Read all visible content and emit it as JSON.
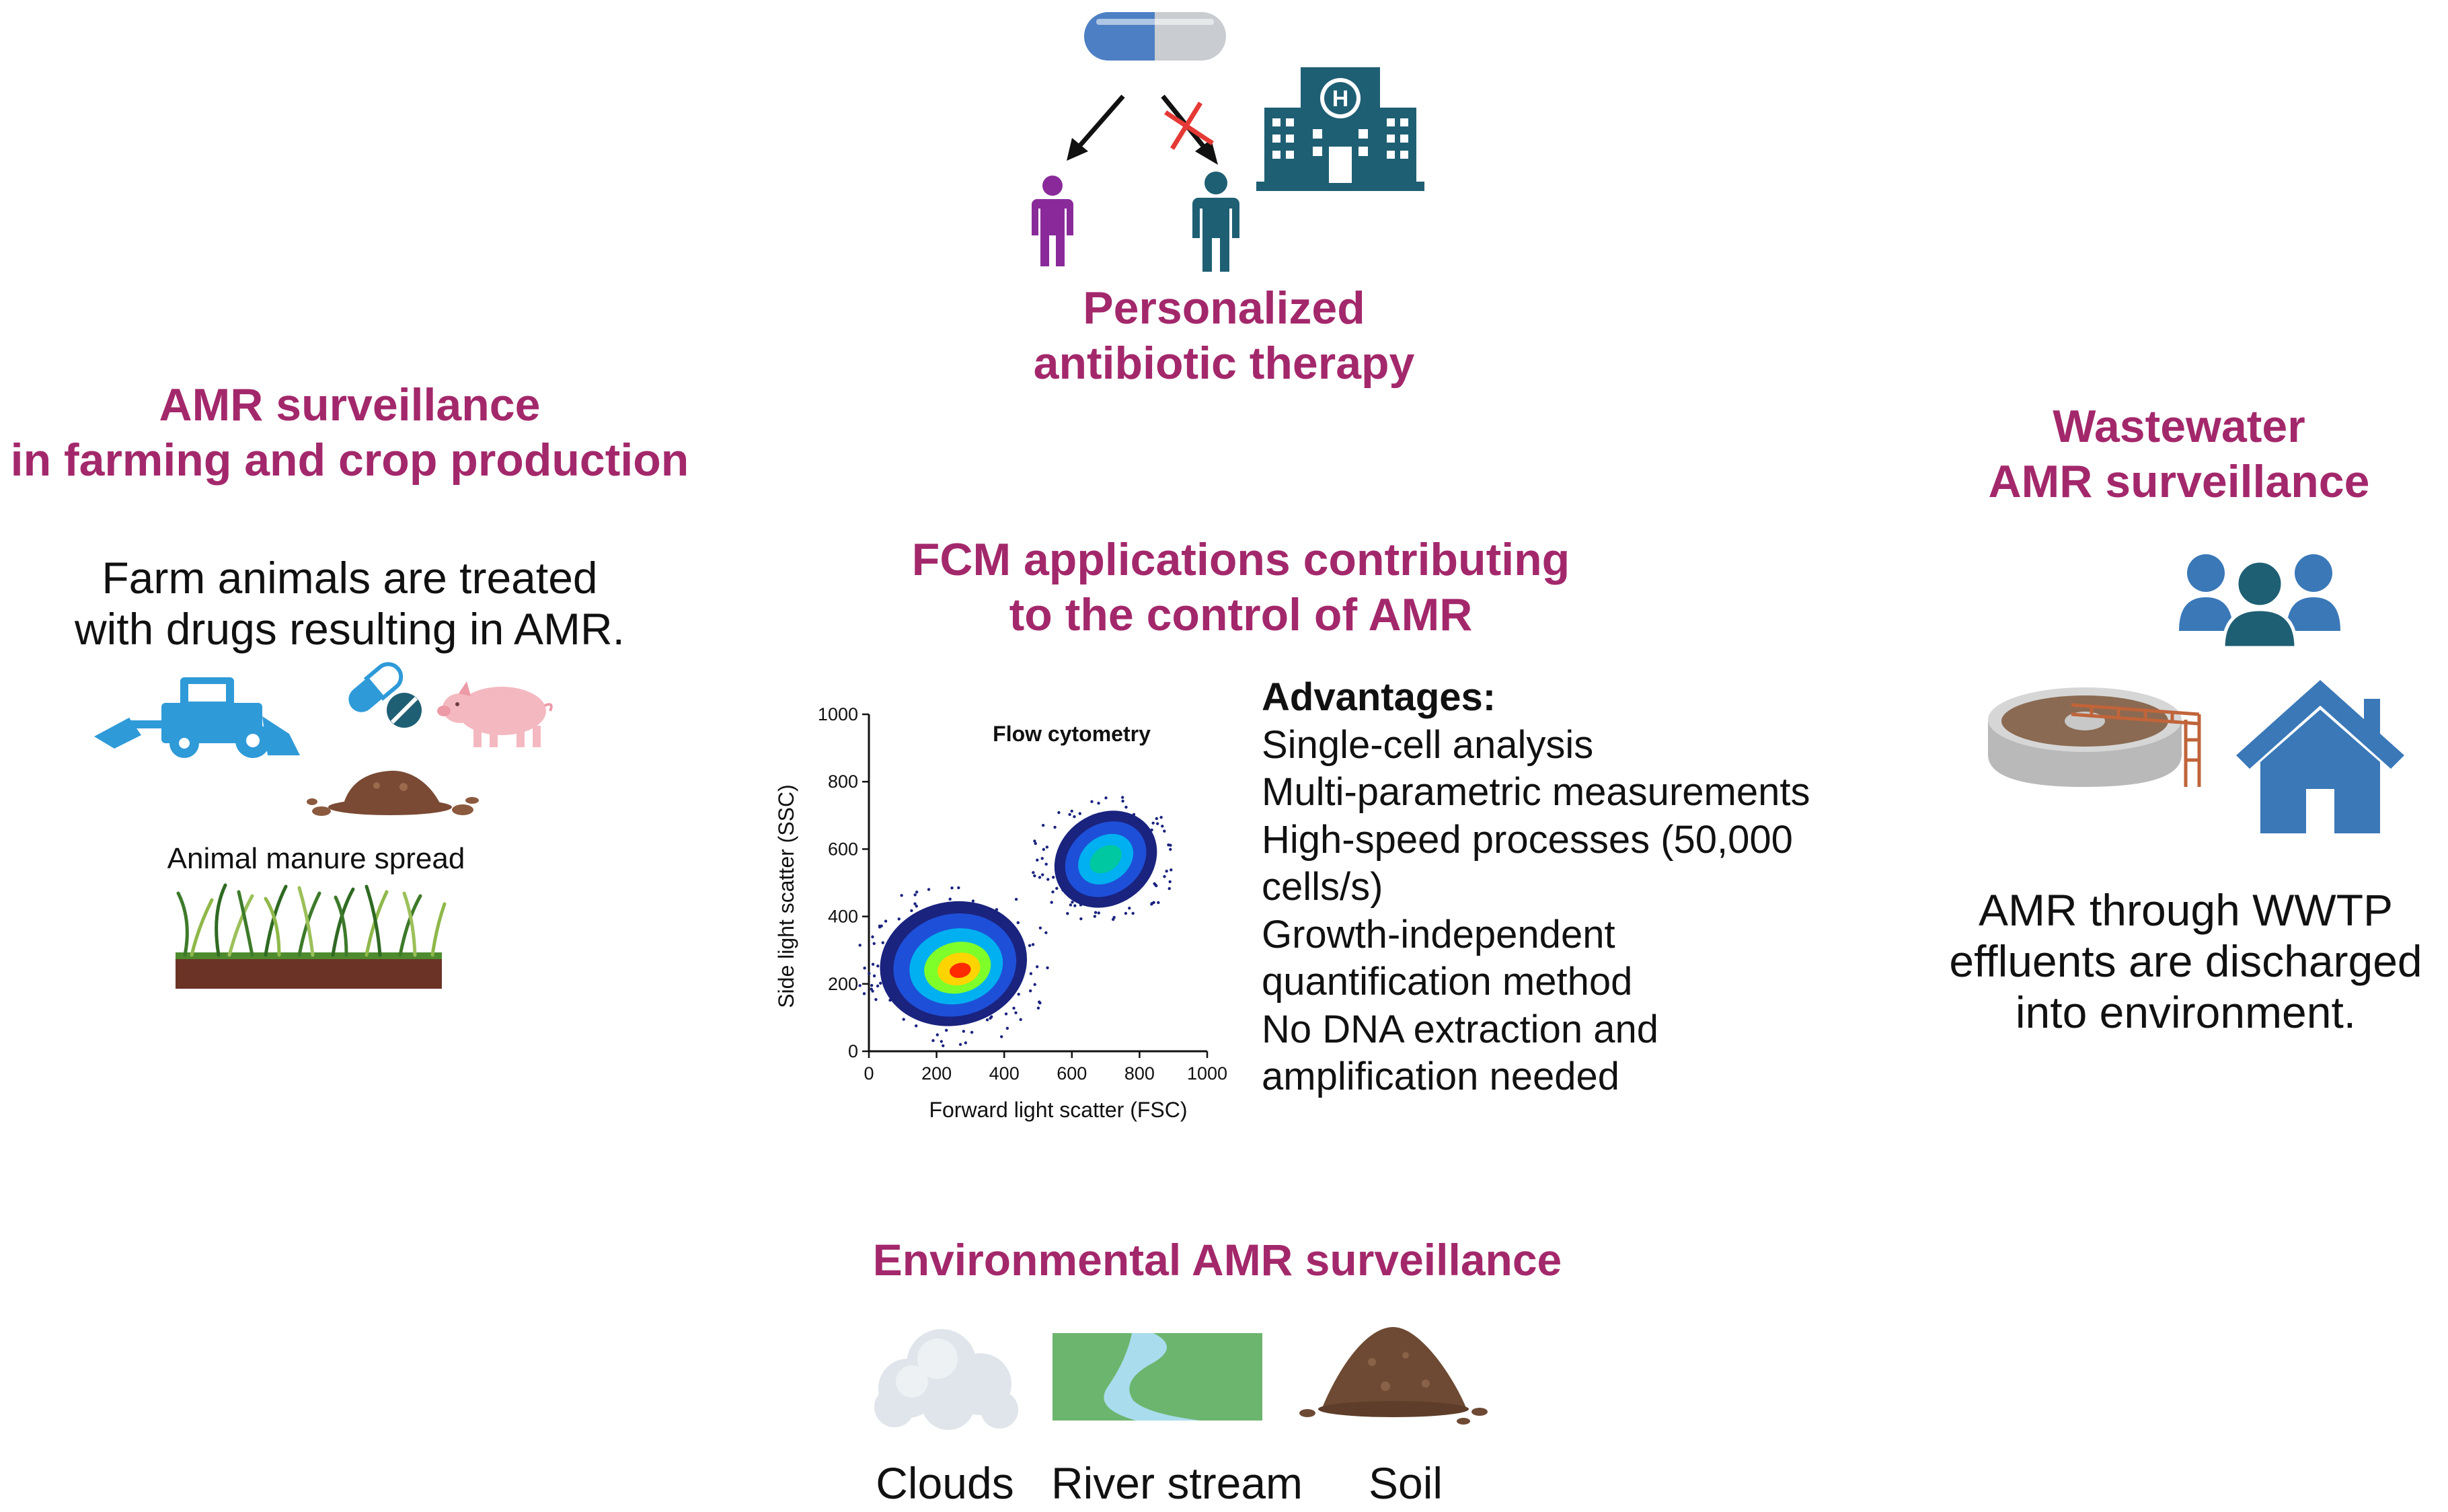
{
  "top": {
    "title_lines": [
      "Personalized",
      "antibiotic therapy"
    ]
  },
  "left": {
    "title_lines": [
      "AMR surveillance",
      "in farming and crop production"
    ],
    "body_lines": [
      "Farm animals are treated",
      "with drugs resulting in AMR."
    ],
    "manure_label": "Animal manure spread"
  },
  "center": {
    "title_lines": [
      "FCM applications contributing",
      "to the control of AMR"
    ],
    "advantages": [
      "Advantages:",
      "Single-cell analysis",
      "Multi-parametric measurements",
      "High-speed processes (50,000",
      "cells/s)",
      "Growth-independent",
      "quantification method",
      "No DNA extraction and",
      "amplification needed"
    ]
  },
  "chart_data": {
    "type": "scatter",
    "title": "Flow cytometry",
    "xlabel": "Forward light scatter (FSC)",
    "ylabel": "Side light scatter (SSC)",
    "xlim": [
      0,
      1000
    ],
    "ylim": [
      0,
      1000
    ],
    "x_ticks": [
      "0",
      "200",
      "400",
      "600",
      "800",
      "1000"
    ],
    "y_ticks": [
      "0",
      "200",
      "400",
      "600",
      "800",
      "1000"
    ],
    "populations": [
      {
        "center_x": 250,
        "center_y": 260,
        "density_colors": [
          "#1a237e",
          "#1e4fd8",
          "#00b0f0",
          "#7fff2a",
          "#ffd400",
          "#ff2a00"
        ]
      },
      {
        "center_x": 700,
        "center_y": 570,
        "density_colors": [
          "#1a237e",
          "#1e4fd8",
          "#00b0f0",
          "#00c8a0"
        ]
      }
    ]
  },
  "right": {
    "title_lines": [
      "Wastewater",
      "AMR surveillance"
    ],
    "body_lines": [
      "AMR through WWTP",
      "effluents are discharged",
      "into environment."
    ]
  },
  "bottom": {
    "title": "Environmental AMR surveillance",
    "labels": [
      "Clouds",
      "River stream",
      "Soil"
    ]
  },
  "colors": {
    "title_magenta": "#a3286b",
    "icon_teal": "#1f5f74",
    "person_purple": "#8a2a9a",
    "house_blue": "#3a78b8",
    "tractor_blue": "#2f9ad8",
    "red_cross": "#e53935"
  },
  "icons": [
    "capsule-icon",
    "person-icon",
    "hospital-icon",
    "tractor-icon",
    "pill-icon",
    "pig-icon",
    "manure-icon",
    "grass-icon",
    "people-group-icon",
    "treatment-tank-icon",
    "house-icon",
    "cloud-icon",
    "river-icon",
    "soil-icon"
  ]
}
